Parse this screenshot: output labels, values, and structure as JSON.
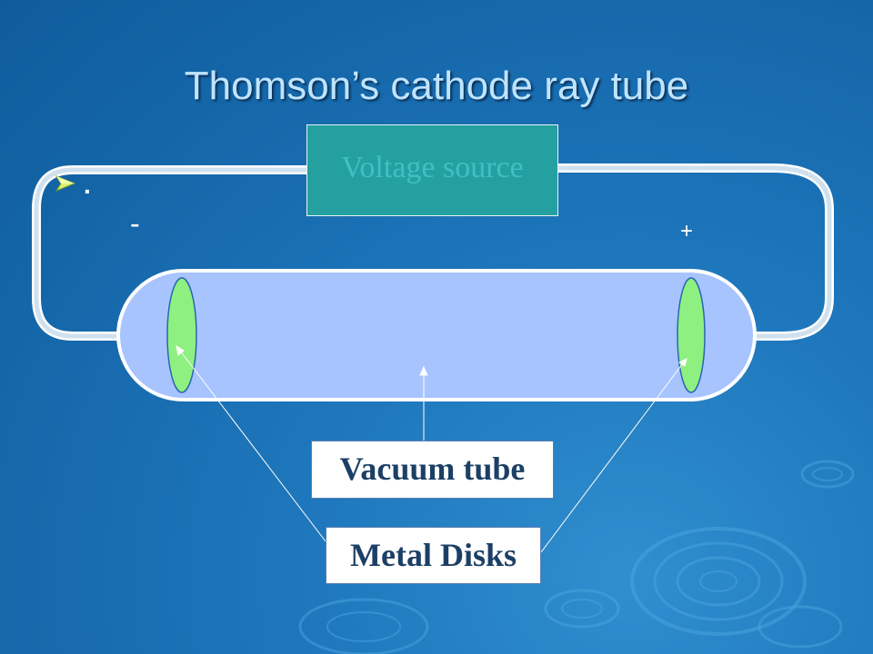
{
  "slide": {
    "title": "Thomson’s cathode ray tube",
    "bullet_text": ".",
    "bullet_icon": "arrow-bullet-icon"
  },
  "diagram": {
    "voltage_source_label": "Voltage source",
    "negative_terminal": "-",
    "positive_terminal": "+",
    "vacuum_tube_label": "Vacuum tube",
    "metal_disks_label": "Metal Disks"
  },
  "colors": {
    "background": "#1a70b4",
    "title": "#bfe4ff",
    "voltage_box": "#24a0a0",
    "tube_fill": "#a8c4ff",
    "disk_fill": "#8ef080",
    "wire": "#d8e6f2"
  }
}
